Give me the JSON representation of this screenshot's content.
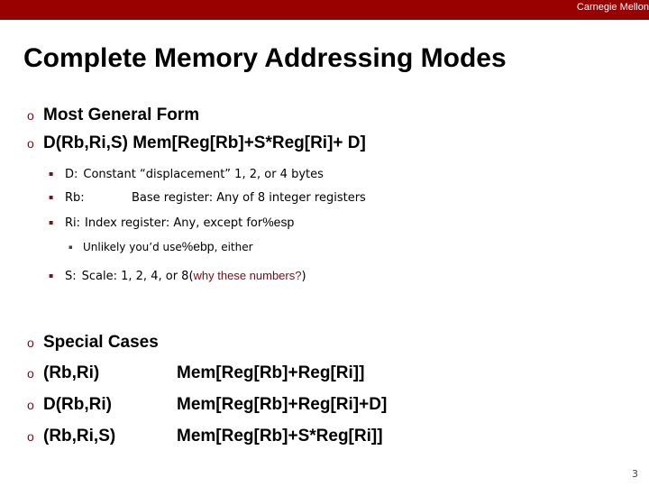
{
  "banner": {
    "org": "Carnegie Mellon",
    "color": "#990000"
  },
  "title": "Complete Memory Addressing Modes",
  "accent_color": "#7d0b14",
  "markers": {
    "level1": "o",
    "level2": "▪",
    "level3": "▪"
  },
  "general_form": {
    "heading": "Most General Form",
    "syntax": "D(Rb,Ri,S) Mem[Reg[Rb]+S*Reg[Ri]+ D]",
    "details": [
      {
        "key": "D:",
        "text": "Constant “displacement” 1, 2, or 4 bytes",
        "wide": false
      },
      {
        "key": "Rb:",
        "text": "Base register: Any of 8 integer registers",
        "wide": true
      },
      {
        "key": "Ri:",
        "text": "Index register: Any, except for ",
        "emph": "%esp",
        "wide": false
      }
    ],
    "nested": {
      "prefix": "Unlikely you’d use ",
      "emph": "%ebp",
      "suffix": ", either"
    },
    "scale": {
      "key": "S:",
      "text": "Scale: 1, 2, 4, or 8 ",
      "open_paren": "(",
      "aside": "why these numbers?",
      "close_paren": ")"
    }
  },
  "special_cases": {
    "heading": "Special Cases",
    "rows": [
      {
        "syntax": "(Rb,Ri)",
        "meaning": "Mem[Reg[Rb]+Reg[Ri]]"
      },
      {
        "syntax": "D(Rb,Ri)",
        "meaning": "Mem[Reg[Rb]+Reg[Ri]+D]"
      },
      {
        "syntax": "(Rb,Ri,S)",
        "meaning": "Mem[Reg[Rb]+S*Reg[Ri]]"
      }
    ]
  },
  "page_number": "3"
}
